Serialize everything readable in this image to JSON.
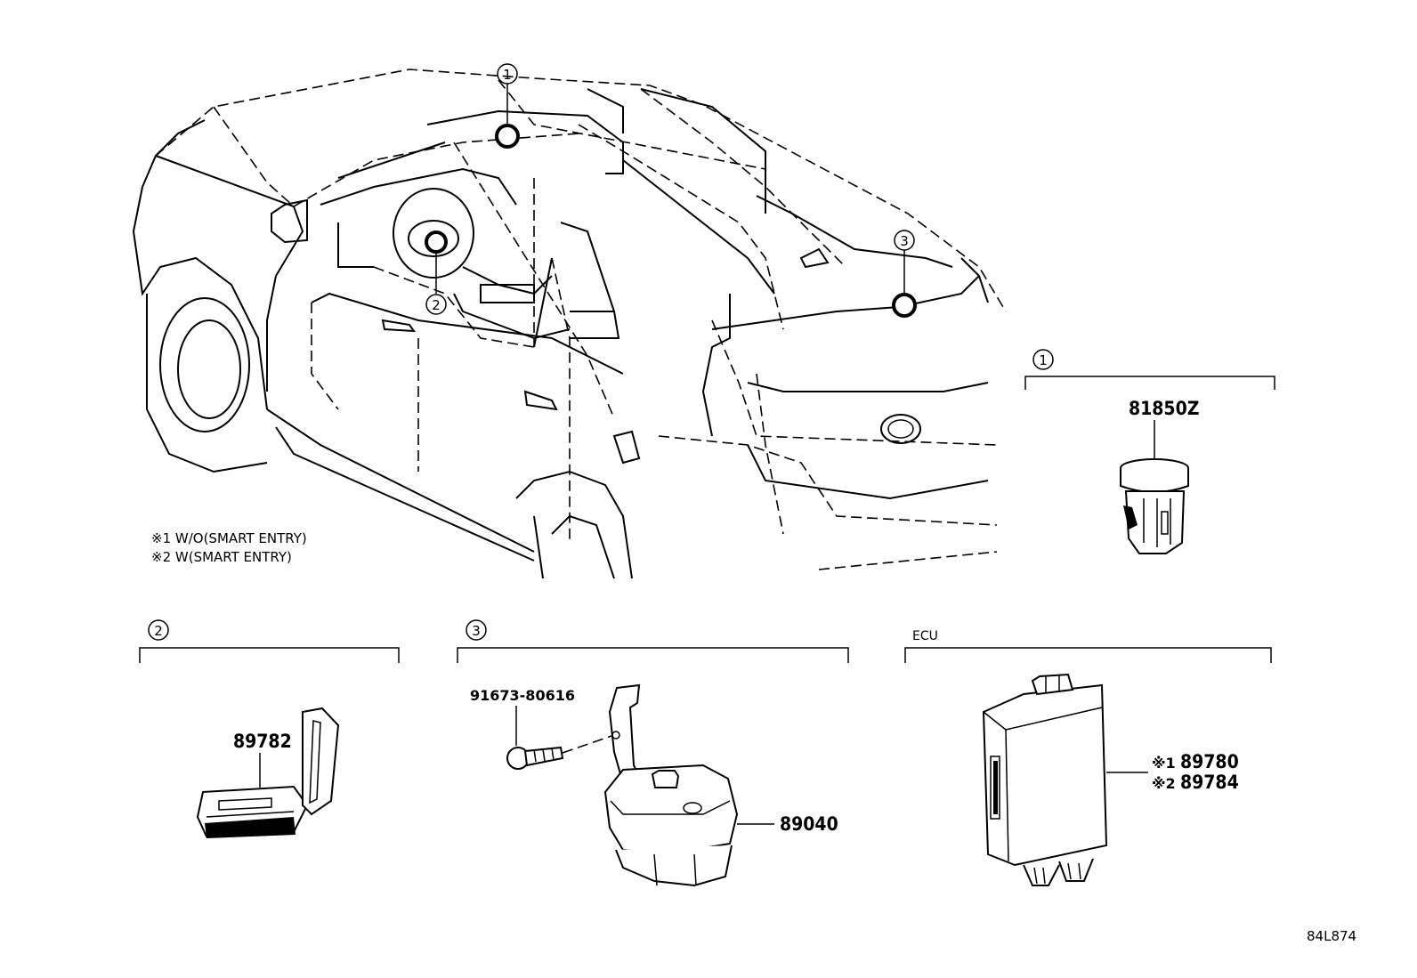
{
  "callouts": {
    "c1": "1",
    "c2": "2",
    "c3": "3"
  },
  "notes": {
    "note1": "※1 W/O(SMART ENTRY)",
    "note2": "※2 W(SMART ENTRY)"
  },
  "sections": {
    "section1": {
      "num": "1",
      "part": "81850Z"
    },
    "section2": {
      "num": "2",
      "part": "89782"
    },
    "section3": {
      "num": "3",
      "bolt_part": "91673-80616",
      "part": "89040"
    },
    "ecu": {
      "label": "ECU",
      "part1_mark": "※1",
      "part1": "89780",
      "part2_mark": "※2",
      "part2": "89784"
    }
  },
  "diagram_id": "84L874"
}
